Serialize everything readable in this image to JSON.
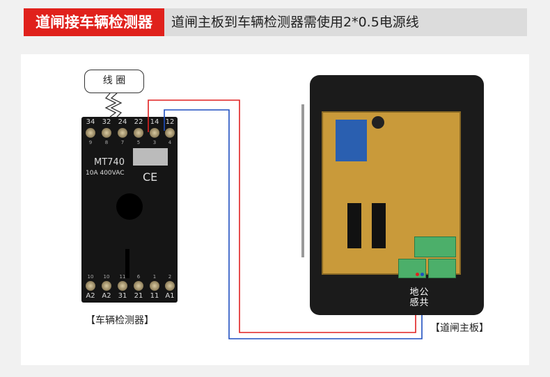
{
  "header": {
    "tag": "道闸接车辆检测器",
    "description": "道闸主板到车辆检测器需使用2*0.5电源线"
  },
  "coil": {
    "label": "线 圈"
  },
  "relay": {
    "top_terminals": [
      "34",
      "32",
      "24",
      "22",
      "14",
      "12"
    ],
    "top_numbers": [
      "9",
      "8",
      "7",
      "5",
      "3",
      "4"
    ],
    "model": "MT740",
    "rating": "10A 400VAC",
    "cert": "CE",
    "bottom_numbers": [
      "10",
      "10",
      "11",
      "6",
      "1",
      "2"
    ],
    "bottom_terminals": [
      "A2",
      "A2",
      "31",
      "21",
      "11",
      "A1"
    ]
  },
  "captions": {
    "detector": "【车辆检测器】",
    "mainboard": "【道闸主板】"
  },
  "board_labels": {
    "ground_sense": [
      "地",
      "感"
    ],
    "common": [
      "公",
      "共"
    ]
  },
  "colors": {
    "red_wire": "#e02020",
    "blue_wire": "#1f4fc0",
    "header_red": "#e0211c"
  }
}
